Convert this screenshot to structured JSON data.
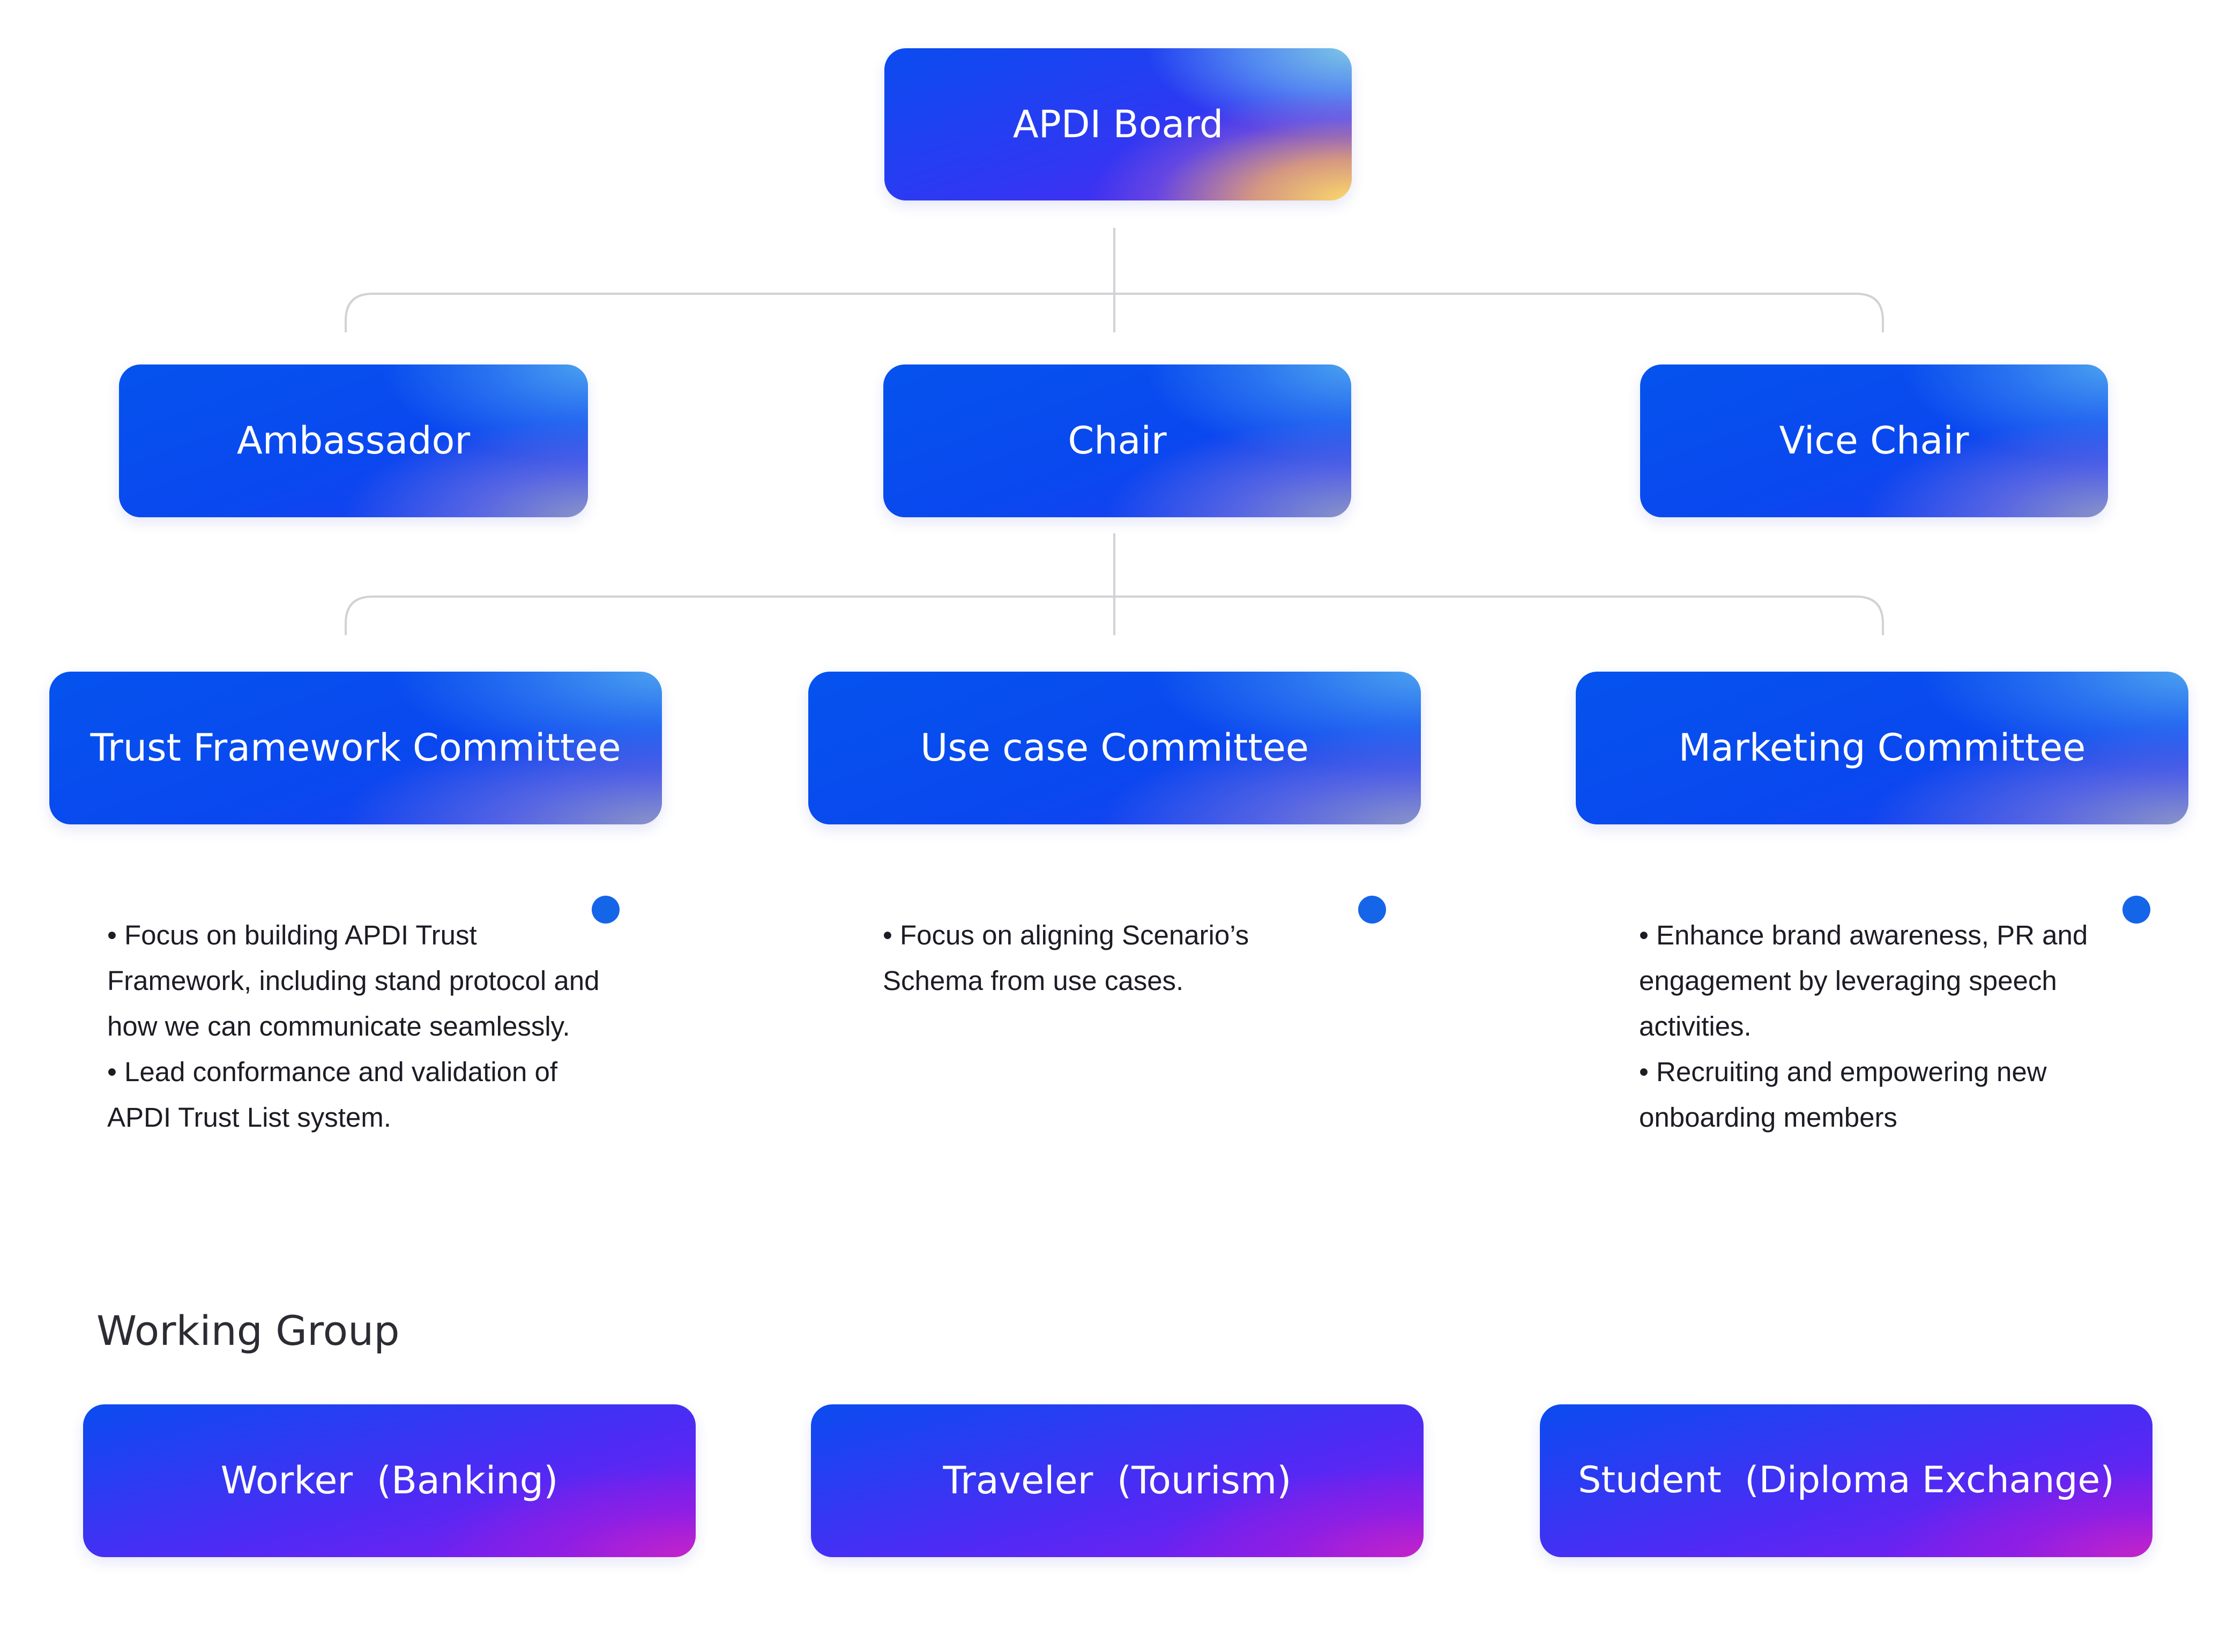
{
  "board": {
    "label": "APDI Board"
  },
  "leadership": [
    {
      "label": "Ambassador"
    },
    {
      "label": "Chair"
    },
    {
      "label": "Vice Chair"
    }
  ],
  "committees": [
    {
      "label": "Trust Framework Committee",
      "bullets": [
        "• Focus on building APDI Trust Framework, including stand protocol and how we can communicate seamlessly.",
        "• Lead conformance and validation of APDI Trust List system."
      ]
    },
    {
      "label": "Use case Committee",
      "bullets": [
        "• Focus on aligning Scenario’s Schema from use cases."
      ]
    },
    {
      "label": "Marketing Committee",
      "bullets": [
        "• Enhance brand awareness, PR and engagement by leveraging speech activities.",
        "• Recruiting and empowering new onboarding members"
      ]
    }
  ],
  "working_group": {
    "title": "Working Group",
    "items": [
      {
        "label": "Worker  (Banking)"
      },
      {
        "label": "Traveler  (Tourism)"
      },
      {
        "label": "Student  (Diploma Exchange)"
      }
    ]
  },
  "colors": {
    "accent_dot": "#1565e9",
    "connector": "#d2d2d6",
    "text_dark": "#1c1c24"
  }
}
